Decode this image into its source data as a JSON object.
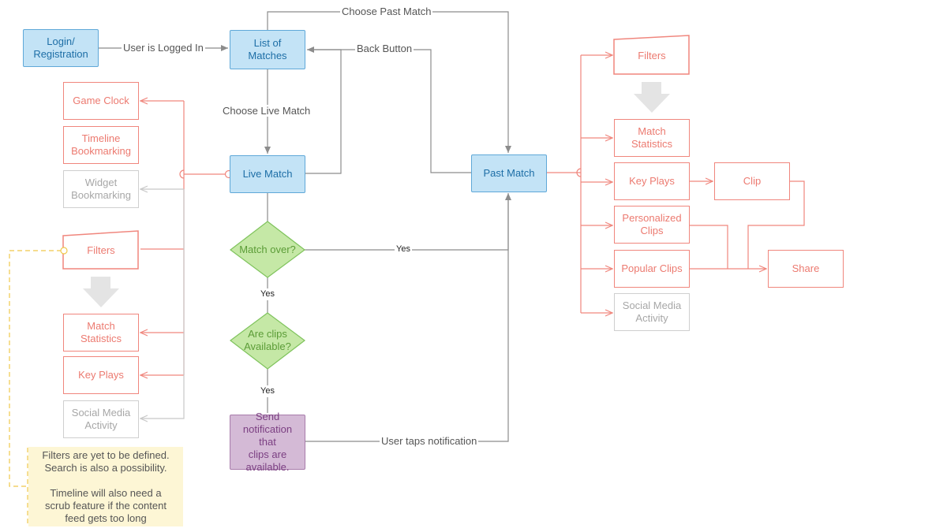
{
  "nodes": {
    "login": "Login/\nRegistration",
    "list_of_matches": "List of Matches",
    "live_match": "Live Match",
    "past_match": "Past Match",
    "match_over": "Match over?",
    "clips_available": "Are clips\nAvailable?",
    "send_notification": "Send\nnotification that\nclips are\navailable.",
    "left_game_clock": "Game Clock",
    "left_timeline": "Timeline\nBookmarking",
    "left_widget": "Widget\nBookmarking",
    "left_filters": "Filters",
    "left_match_stats": "Match\nStatistics",
    "left_key_plays": "Key Plays",
    "left_social": "Social Media\nActivity",
    "right_filters": "Filters",
    "right_match_stats": "Match\nStatistics",
    "right_key_plays": "Key Plays",
    "right_clip": "Clip",
    "right_personalized": "Personalized\nClips",
    "right_popular": "Popular Clips",
    "right_share": "Share",
    "right_social": "Social Media\nActivity"
  },
  "edges": {
    "user_logged_in": "User is Logged In",
    "choose_past_match": "Choose Past Match",
    "back_button": "Back Button",
    "choose_live_match": "Choose Live Match",
    "yes_match_over": "Yes",
    "yes_clips": "Yes",
    "yes_to_past": "Yes",
    "user_taps_notification": "User taps notification"
  },
  "note": "Filters are yet to be defined.\nSearch is also a possibility.\n\nTimeline will also need a\nscrub feature if the content\nfeed gets too long",
  "colors": {
    "blue_fill": "#c3e3f6",
    "blue_stroke": "#5fa8d8",
    "red_stroke": "#f0867d",
    "grey_stroke": "#cfcfcf",
    "green_fill": "#c5e8a6",
    "green_stroke": "#7fc35c",
    "purple_fill": "#d4bad6",
    "note_fill": "#fdf6d5",
    "note_dash": "#f0c84a",
    "connector_grey": "#8c8c8c"
  }
}
